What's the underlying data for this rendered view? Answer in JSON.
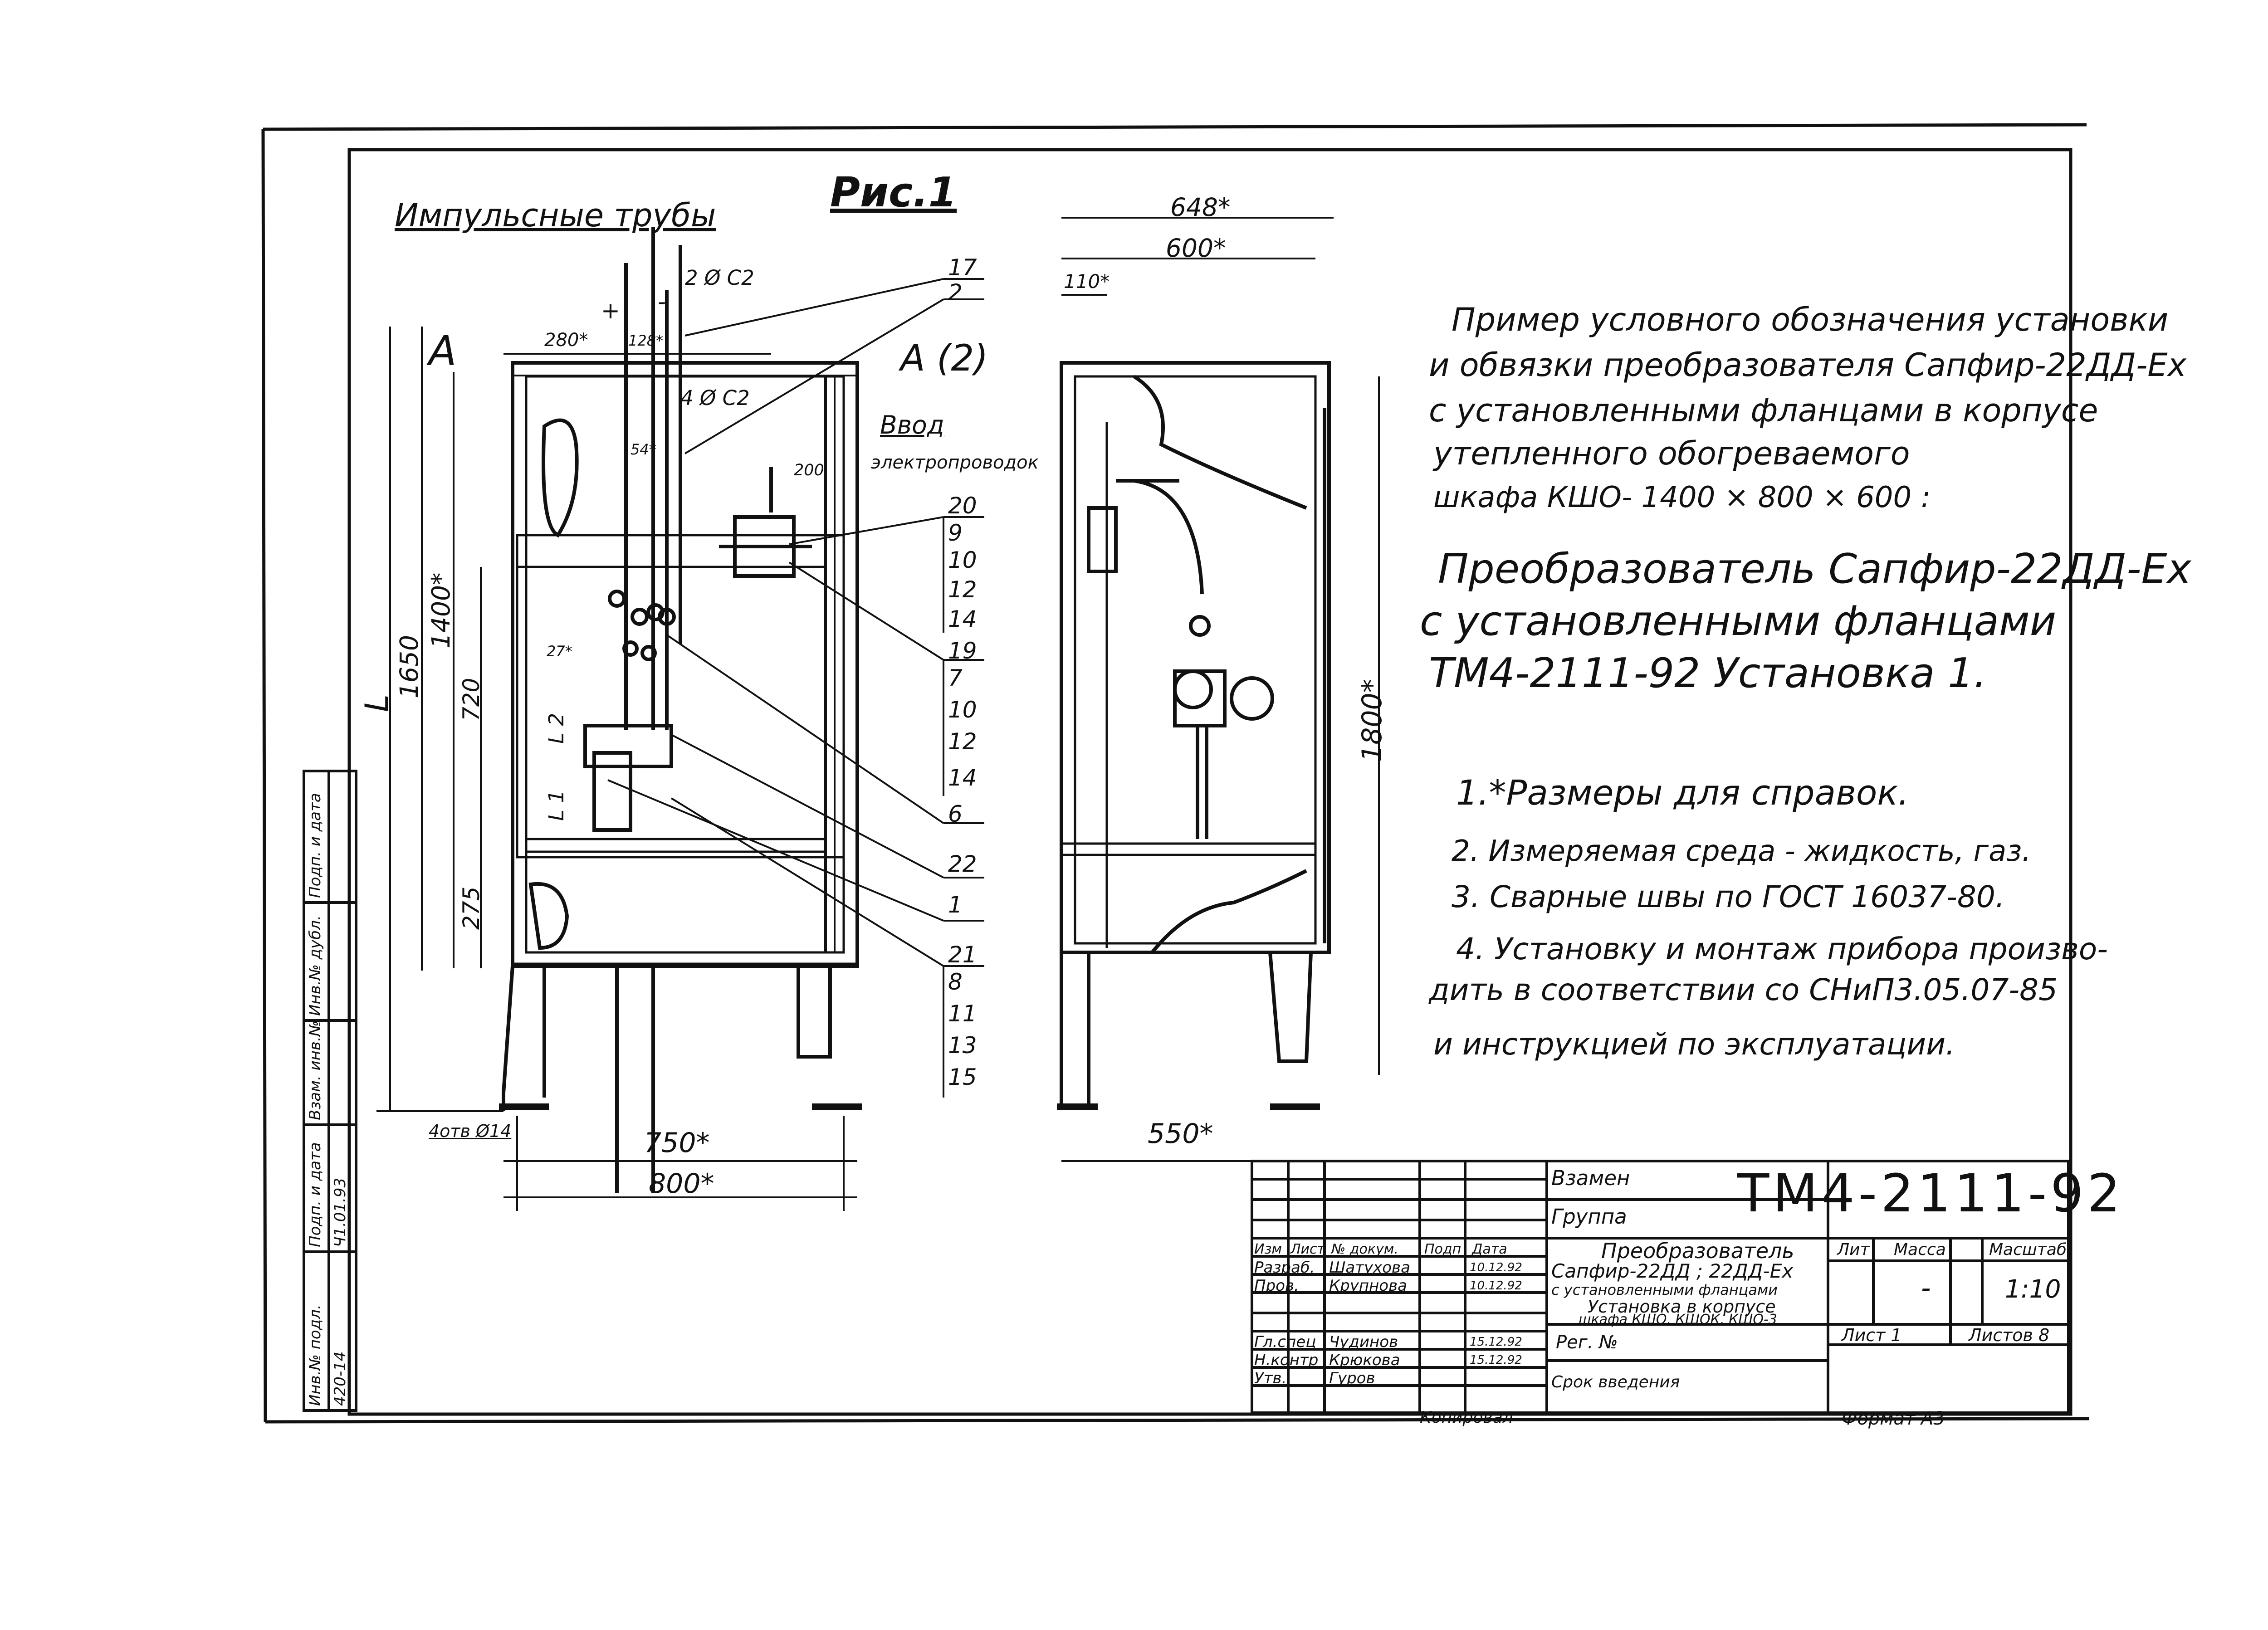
{
  "figure": {
    "title": "Рис.1",
    "impulse_tubes": "Импульсные трубы",
    "plus": "+",
    "minus": "-",
    "c2_top": "2 Ø С2",
    "c2_mid": "4 Ø С2",
    "section_a_left": "A",
    "section_a_right": "A (2)",
    "cable_entry_1": "Ввод",
    "cable_entry_2": "электропроводок",
    "dims": {
      "d280": "280*",
      "d128": "128*",
      "d200": "200",
      "d54": "54*",
      "d27": "27*",
      "d1650": "1650",
      "d1400": "1400*",
      "d720": "720",
      "d275": "275",
      "dL": "L",
      "dL1": "L 1",
      "dL2": "L 2",
      "d750": "750*",
      "d800": "800*",
      "holes": "4отв Ø14",
      "d648": "648*",
      "d600": "600*",
      "d110": "110*",
      "d1800": "1800*",
      "d550": "550*"
    },
    "callouts_top": [
      "17",
      "2"
    ],
    "callouts_group1": [
      "20",
      "9",
      "10",
      "12",
      "14"
    ],
    "callouts_group2": [
      "19",
      "7",
      "10",
      "12",
      "14"
    ],
    "callouts_single": [
      "6",
      "22",
      "1"
    ],
    "callouts_group3": [
      "21",
      "8",
      "11",
      "13",
      "15"
    ]
  },
  "description": {
    "line1": "Пример условного обозначения установки",
    "line2": "и обвязки преобразователя Сапфир-22ДД-Ex",
    "line3": "с установленными фланцами в корпусе",
    "line4": "утепленного обогреваемого",
    "line5": "шкафа   КШО- 1400 × 800 × 600 :",
    "designation1": "Преобразователь Сапфир-22ДД-Ex",
    "designation2": "с установленными фланцами",
    "designation3": "ТМ4-2111-92   Установка 1."
  },
  "notes": [
    "1.*Размеры  для  справок.",
    "2. Измеряемая среда - жидкость, газ.",
    "3. Сварные швы по ГОСТ 16037-80.",
    "4. Установку и монтаж прибора произво-",
    "дить в соответствии со СНиП3.05.07-85",
    "и инструкцией по эксплуатации."
  ],
  "stamp": {
    "vzamen": "Взамен",
    "gruppa": "Группа",
    "doc_number": "ТМ4-2111-92",
    "title_lines": [
      "Преобразователь",
      "Сапфир-22ДД ; 22ДД-Ex",
      "с установленными фланцами",
      "Установка в корпусе",
      "шкафа КШО, КШОК, КШО-3"
    ],
    "col_headers": [
      "Изм",
      "Лист",
      "№ докум.",
      "Подп",
      "Дата"
    ],
    "roles": [
      {
        "role": "Разраб.",
        "name": "Шатухова",
        "date": "10.12.92"
      },
      {
        "role": "Пров.",
        "name": "Крупнова",
        "date": "10.12.92"
      },
      {
        "role": "",
        "name": "",
        "date": ""
      },
      {
        "role": "Гл.спец",
        "name": "Чудинов",
        "date": "15.12.92"
      },
      {
        "role": "Н.контр",
        "name": "Крюкова",
        "date": "15.12.92"
      },
      {
        "role": "Утв.",
        "name": "Гуров",
        "date": ""
      }
    ],
    "lit_label": "Лит",
    "mass_label": "Масса",
    "scale_label": "Масштаб",
    "mass_value": "-",
    "scale_value": "1:10",
    "sheet_label": "Лист 1",
    "sheets_label": "Листов 8",
    "reg_no": "Рег. №",
    "srok": "Срок введения",
    "kopiroval": "Копировал",
    "format": "Формат А3"
  },
  "side_strip": {
    "cells": [
      "Инв.№ подл.",
      "Подп. и дата",
      "Взам. инв.№",
      "Инв.№ дубл.",
      "Подп. и дата"
    ],
    "values": [
      "420-14",
      "Ч1.01.93",
      "",
      "",
      ""
    ]
  }
}
